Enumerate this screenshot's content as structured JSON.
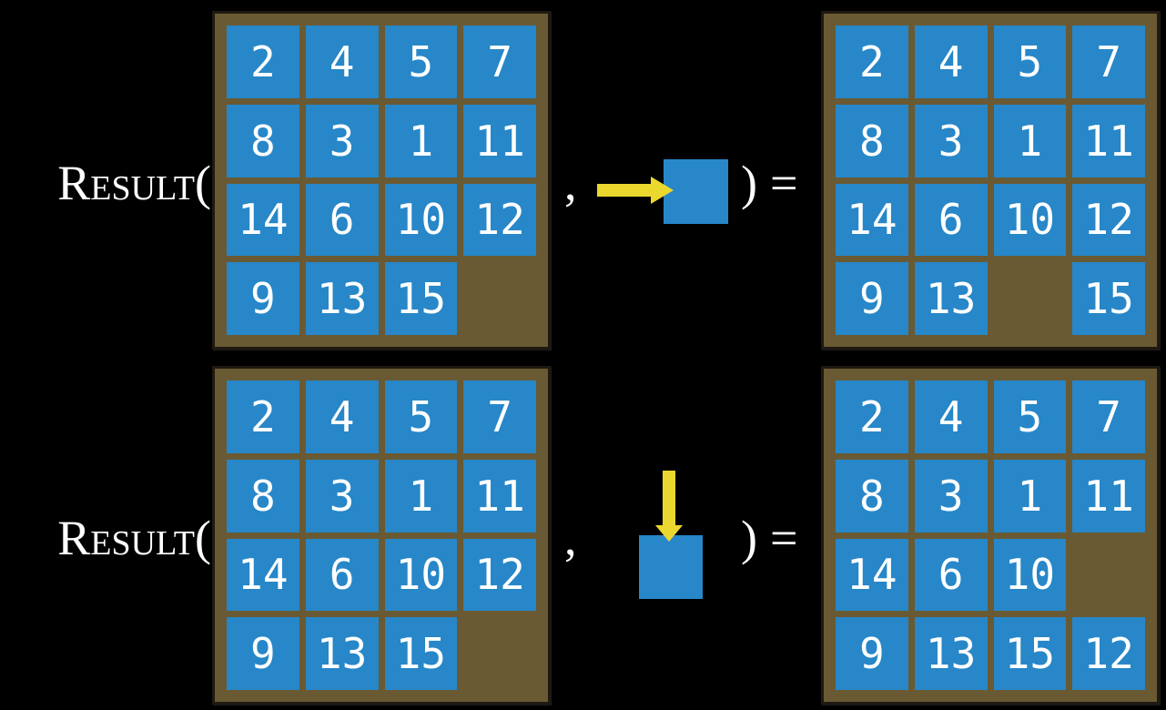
{
  "colors": {
    "background": "#000000",
    "text": "#ffffff",
    "tile_blue": "#2787c8",
    "frame_brown": "#695a34",
    "arrow_yellow": "#ebd82f"
  },
  "rows": [
    {
      "label": "Result(",
      "comma": ",",
      "arrow_direction": "right",
      "close_paren": ")",
      "equals": "=",
      "input_grid": [
        [
          "2",
          "4",
          "5",
          "7"
        ],
        [
          "8",
          "3",
          "1",
          "11"
        ],
        [
          "14",
          "6",
          "10",
          "12"
        ],
        [
          "9",
          "13",
          "15",
          ""
        ]
      ],
      "output_grid": [
        [
          "2",
          "4",
          "5",
          "7"
        ],
        [
          "8",
          "3",
          "1",
          "11"
        ],
        [
          "14",
          "6",
          "10",
          "12"
        ],
        [
          "9",
          "13",
          "",
          "15"
        ]
      ]
    },
    {
      "label": "Result(",
      "comma": ",",
      "arrow_direction": "down",
      "close_paren": ")",
      "equals": "=",
      "input_grid": [
        [
          "2",
          "4",
          "5",
          "7"
        ],
        [
          "8",
          "3",
          "1",
          "11"
        ],
        [
          "14",
          "6",
          "10",
          "12"
        ],
        [
          "9",
          "13",
          "15",
          ""
        ]
      ],
      "output_grid": [
        [
          "2",
          "4",
          "5",
          "7"
        ],
        [
          "8",
          "3",
          "1",
          "11"
        ],
        [
          "14",
          "6",
          "10",
          ""
        ],
        [
          "9",
          "13",
          "15",
          "12"
        ]
      ]
    }
  ]
}
